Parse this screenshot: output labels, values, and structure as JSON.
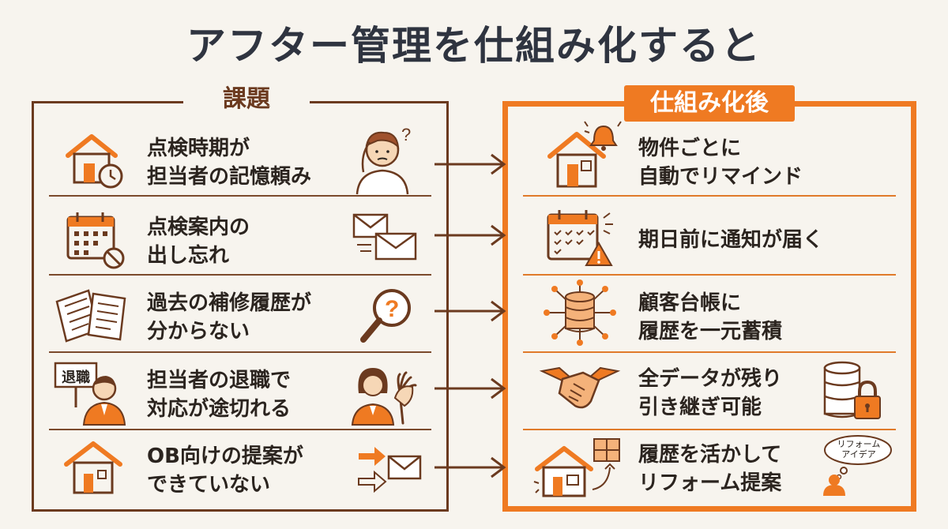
{
  "title": "アフター管理を仕組み化すると",
  "left_header": "課題",
  "right_header": "仕組み化後",
  "problems": [
    {
      "line1": "点検時期が",
      "line2": "担当者の記憶頼み"
    },
    {
      "line1": "点検案内の",
      "line2": "出し忘れ"
    },
    {
      "line1": "過去の補修履歴が",
      "line2": "分からない"
    },
    {
      "line1": "担当者の退職で",
      "line2": "対応が途切れる"
    },
    {
      "line1": "OB向けの提案が",
      "line2": "できていない"
    }
  ],
  "solutions": [
    {
      "line1": "物件ごとに",
      "line2": "自動でリマインド"
    },
    {
      "line1": "期日前に通知が届く",
      "line2": ""
    },
    {
      "line1": "顧客台帳に",
      "line2": "履歴を一元蓄積"
    },
    {
      "line1": "全データが残り",
      "line2": "引き継ぎ可能"
    },
    {
      "line1": "履歴を活かして",
      "line2": "リフォーム提案"
    }
  ],
  "sign_text": "退職",
  "bubble_text": {
    "line1": "リフォーム",
    "line2": "アイデア"
  },
  "colors": {
    "accent": "#ef7a22",
    "brown": "#6b3a1f",
    "background": "#f7f4ee",
    "title": "#2f3440"
  }
}
